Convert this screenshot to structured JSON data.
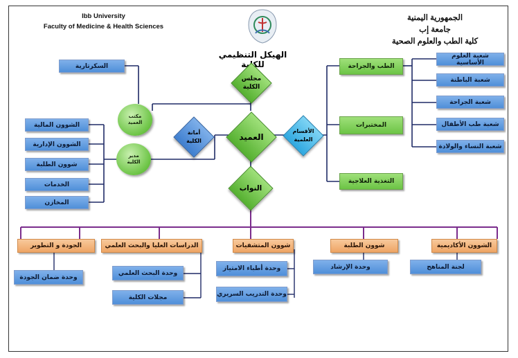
{
  "header": {
    "en_line1": "Ibb University",
    "en_line2": "Faculty of Medicine & Health Sciences",
    "ar_line1": "الجمهورية اليمنية",
    "ar_line2": "جامعة إب",
    "ar_line3": "كلية الطب والعلوم الصحية",
    "title": "الهيكل التنظيمي للكلية"
  },
  "center": {
    "council": "مجلس الكلية",
    "dean": "العميد",
    "deputies": "النواب",
    "departments": "الأقسام العلمية",
    "secretariat": "أمانة الكلية",
    "dean_office": "مكتب العميد",
    "admin_director": "مدير الكلية"
  },
  "left_boxes": {
    "secretariat_box": "السكرتارية",
    "items": [
      "الشوون المالية",
      "الشوون الإدارية",
      "شوون الطلبة",
      "الخدمات",
      "المخازن"
    ]
  },
  "right": {
    "departments": [
      "الطب والجراحة",
      "المختبرات",
      "التغذية العلاجية"
    ],
    "branches": [
      "شعبة العلوم الأساسية",
      "شعبة الباطنة",
      "شعبة الجراحة",
      "شعبة طب الأطفال",
      "شعبة النساء والولادة"
    ]
  },
  "bottom": {
    "quality": {
      "head": "الجودة و التطوير",
      "items": [
        "وحدة ضمان الجودة"
      ]
    },
    "research": {
      "head": "الدراسات العليا والبحث العلمي",
      "items": [
        "وحدة البحث العلمي",
        "مجلات الكلية"
      ]
    },
    "hospitals": {
      "head": "شوون المتشفيات",
      "items": [
        "وحدة أطباء الامتياز",
        "وحدة التدريب السريري"
      ]
    },
    "students": {
      "head": "شوون الطلبة",
      "items": [
        "وحدة الإرشاد"
      ]
    },
    "academic": {
      "head": "الشوون الأكاديمية",
      "items": [
        "لجنة المناهج"
      ]
    }
  }
}
